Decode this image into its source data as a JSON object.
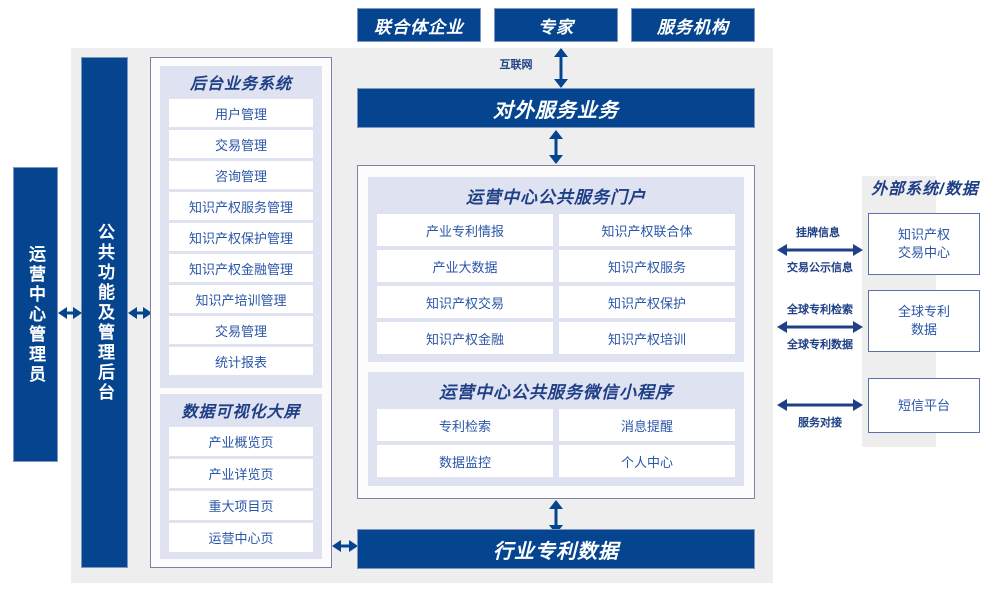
{
  "top_actors": [
    {
      "label": "联合体企业"
    },
    {
      "label": "专家"
    },
    {
      "label": "服务机构"
    }
  ],
  "internet_label": "互联网",
  "external_service_bar": "对外服务业务",
  "industry_patent_data_bar": "行业专利数据",
  "left_columns": [
    {
      "label": "运营中心管理员"
    },
    {
      "label": "公共功能及管理后台"
    }
  ],
  "backend_system": {
    "title": "后台业务系统",
    "items": [
      "用户管理",
      "交易管理",
      "咨询管理",
      "知识产权服务管理",
      "知识产权保护管理",
      "知识产权金融管理",
      "知识产培训管理",
      "交易管理",
      "统计报表"
    ]
  },
  "data_visualization": {
    "title": "数据可视化大屏",
    "items": [
      "产业概览页",
      "产业详览页",
      "重大项目页",
      "运营中心页"
    ]
  },
  "public_service_portal": {
    "title": "运营中心公共服务门户",
    "items": [
      "产业专利情报",
      "知识产权联合体",
      "产业大数据",
      "知识产权服务",
      "知识产权交易",
      "知识产权保护",
      "知识产权金融",
      "知识产权培训"
    ]
  },
  "wechat_miniprogram": {
    "title": "运营中心公共服务微信小程序",
    "items": [
      "专利检索",
      "消息提醒",
      "数据监控",
      "个人中心"
    ]
  },
  "external": {
    "title": "外部系统/数据",
    "boxes": [
      {
        "line1": "知识产权",
        "line2": "交易中心"
      },
      {
        "line1": "全球专利",
        "line2": "数据"
      },
      {
        "line1": "短信平台",
        "line2": ""
      }
    ],
    "connectors": [
      {
        "above": "挂牌信息",
        "below": "交易公示信息"
      },
      {
        "above": "全球专利检索",
        "below": "全球专利数据"
      },
      {
        "above": "",
        "below": "服务对接"
      }
    ]
  },
  "colors": {
    "brand_blue": "#05458f",
    "panel_gray": "#eeeeee",
    "group_lavender": "#dfe3f1",
    "text_blue": "#2a56a8",
    "border_purple": "#7f7fa8"
  }
}
